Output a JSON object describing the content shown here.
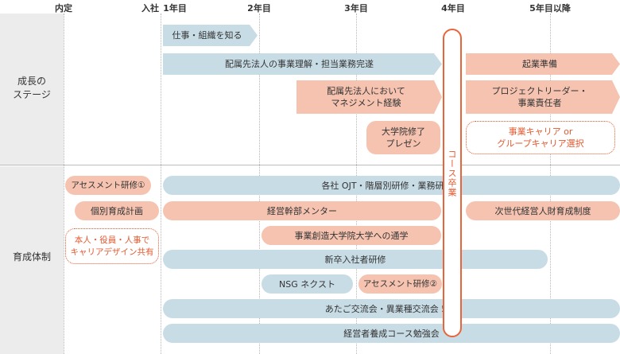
{
  "headers": [
    "内定",
    "入社",
    "1年目",
    "2年目",
    "3年目",
    "4年目",
    "5年目以降"
  ],
  "sections": {
    "growth": "成長の\nステージ",
    "training": "育成体制"
  },
  "growth_items": {
    "work_org": "仕事・組織を知る",
    "understand": "配属先法人の事業理解・担当業務完遂",
    "startup": "起業準備",
    "management_exp": "配属先法人において\nマネジメント経験",
    "project_leader": "プロジェクトリーダー・\n事業責任者",
    "grad_presentation": "大学院修了\nプレゼン",
    "career_select": "事業キャリア or\nグループキャリア選択"
  },
  "course_graduation": "コース卒業",
  "training_items": {
    "assessment1": "アセスメント研修①",
    "ojt": "各社 OJT・階層別研修・業務研修等",
    "individual_plan": "個別育成計画",
    "exec_mentor": "経営幹部メンター",
    "next_gen": "次世代経営人財育成制度",
    "career_design": "本人・役員・人事で\nキャリアデザイン共有",
    "grad_school": "事業創造大学院大学への通学",
    "new_hire": "新卒入社者研修",
    "nsg_next": "NSG ネクスト",
    "assessment2": "アセスメント研修②",
    "atago": "あたご交流会・異業種交流会 501",
    "study_group": "経営者養成コース勉強会"
  }
}
